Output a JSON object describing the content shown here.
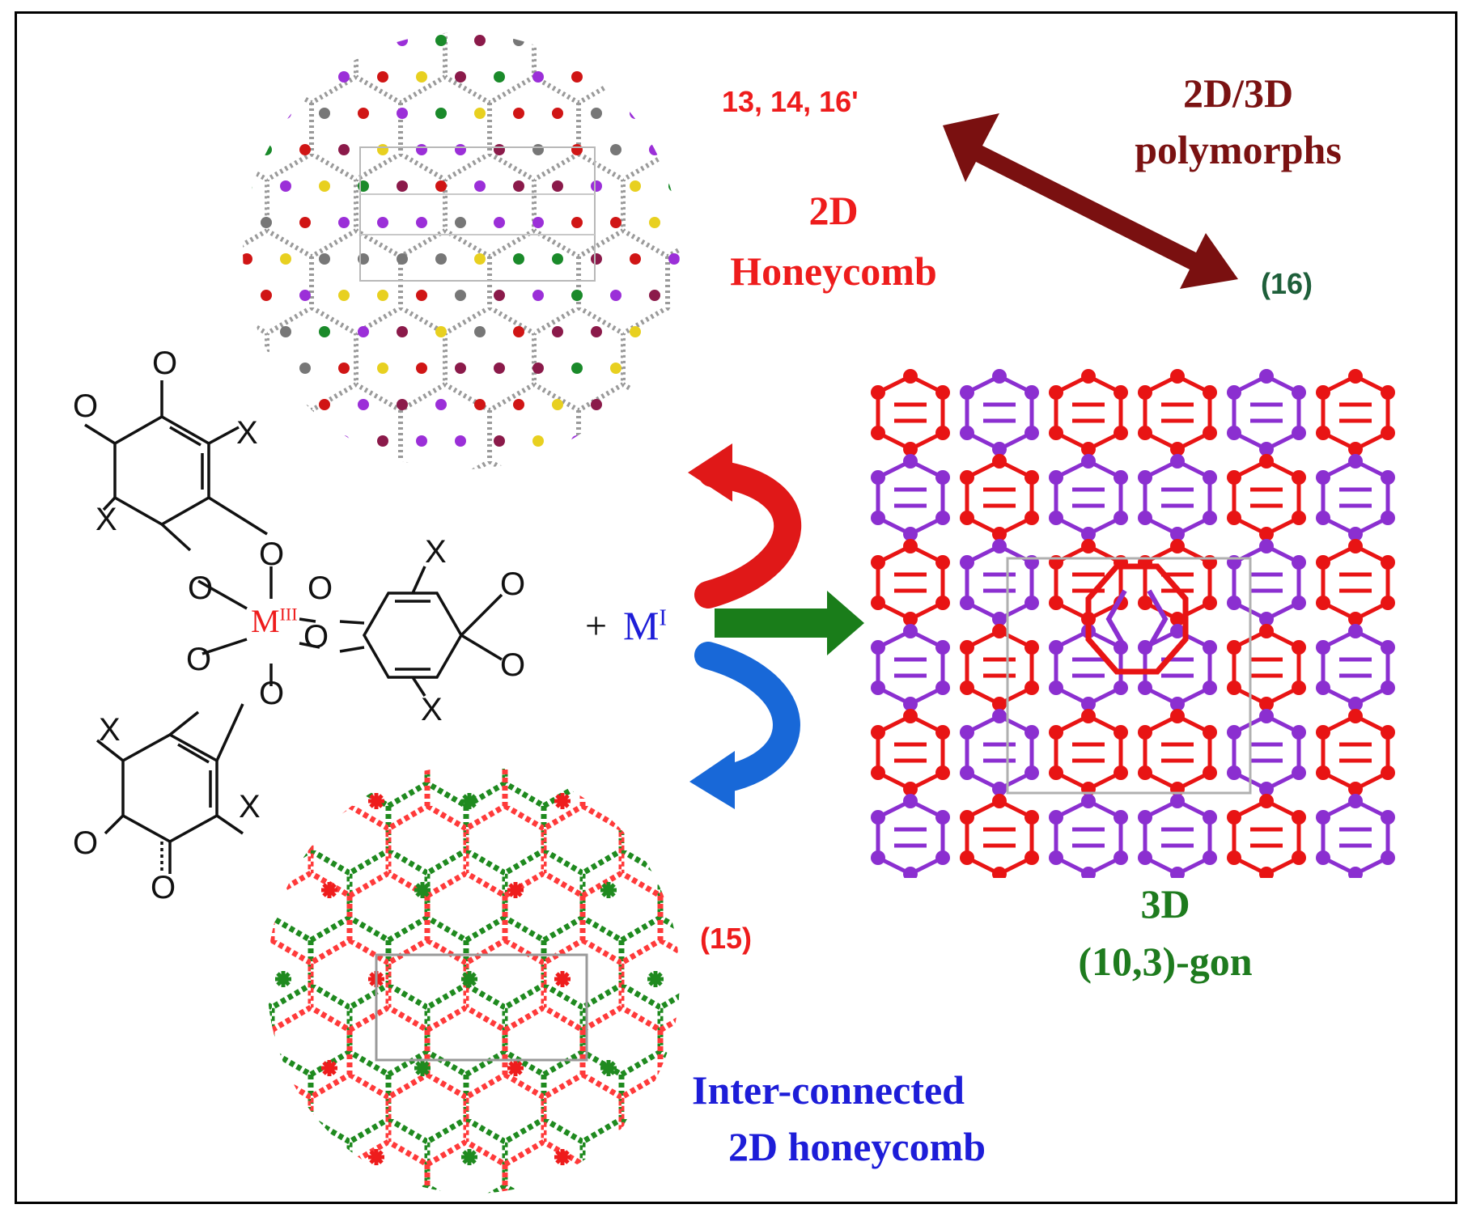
{
  "labels": {
    "top_compounds": "13, 14, 16'",
    "polymorphs_line1": "2D/3D",
    "polymorphs_line2": "polymorphs",
    "honeycomb_line1": "2D",
    "honeycomb_line2": "Honeycomb",
    "compound_16": "(16)",
    "compound_15": "(15)",
    "gon_line1": "3D",
    "gon_line2": "(10,3)-gon",
    "inter_line1": "Inter-connected",
    "inter_line2": "2D honeycomb",
    "reagent_plus": "+",
    "reagent_metal": "M",
    "reagent_metal_ox": "I",
    "center_metal": "M",
    "center_metal_ox": "III",
    "atom_O": "O",
    "atom_X": "X"
  },
  "colors": {
    "red": "#ee1c1c",
    "dark_red": "#7a1212",
    "green": "#1e7b1e",
    "blue": "#1d1dd8",
    "purple": "#8b2fd0",
    "arrow_red": "#e01818",
    "arrow_green": "#1a7d1a",
    "arrow_blue": "#1868d8"
  },
  "icons": {
    "polymorph_arrow": "double-headed-arrow",
    "reaction_arrows": [
      "curved-arrow-red",
      "straight-arrow-green",
      "curved-arrow-blue"
    ]
  }
}
